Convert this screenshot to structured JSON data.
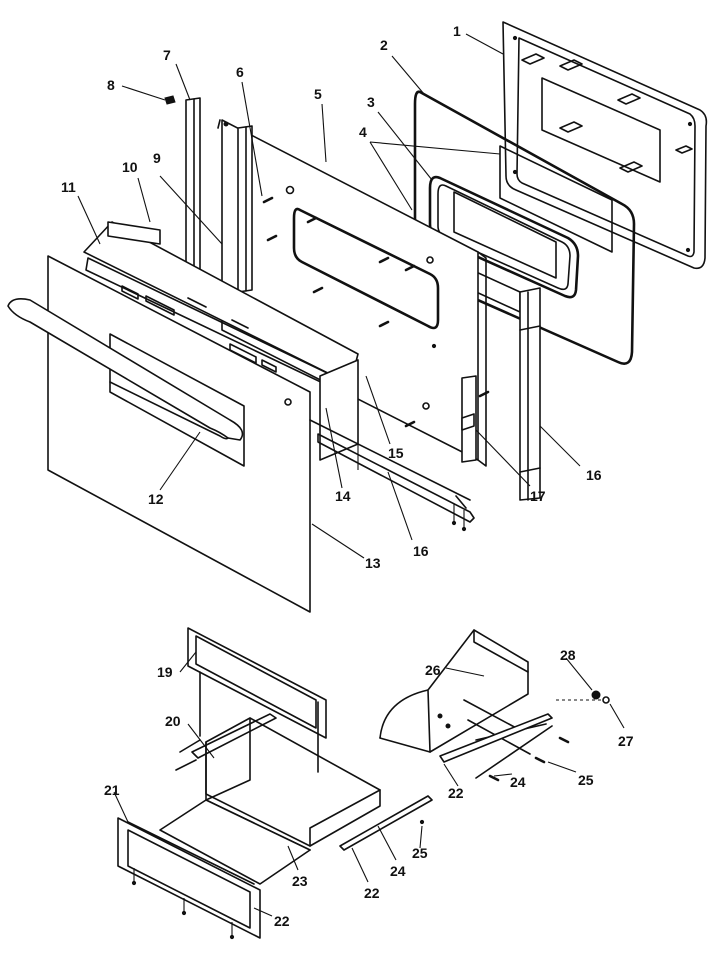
{
  "callouts": [
    {
      "id": "c1",
      "text": "1"
    },
    {
      "id": "c2",
      "text": "2"
    },
    {
      "id": "c3",
      "text": "3"
    },
    {
      "id": "c4",
      "text": "4"
    },
    {
      "id": "c5",
      "text": "5"
    },
    {
      "id": "c6",
      "text": "6"
    },
    {
      "id": "c7",
      "text": "7"
    },
    {
      "id": "c8",
      "text": "8"
    },
    {
      "id": "c9",
      "text": "9"
    },
    {
      "id": "c10",
      "text": "10"
    },
    {
      "id": "c11",
      "text": "11"
    },
    {
      "id": "c12",
      "text": "12"
    },
    {
      "id": "c13",
      "text": "13"
    },
    {
      "id": "c14",
      "text": "14"
    },
    {
      "id": "c15",
      "text": "15"
    },
    {
      "id": "c16a",
      "text": "16"
    },
    {
      "id": "c16b",
      "text": "16"
    },
    {
      "id": "c17",
      "text": "17"
    },
    {
      "id": "c19",
      "text": "19"
    },
    {
      "id": "c20",
      "text": "20"
    },
    {
      "id": "c21",
      "text": "21"
    },
    {
      "id": "c22a",
      "text": "22"
    },
    {
      "id": "c22b",
      "text": "22"
    },
    {
      "id": "c22c",
      "text": "22"
    },
    {
      "id": "c23",
      "text": "23"
    },
    {
      "id": "c24a",
      "text": "24"
    },
    {
      "id": "c24b",
      "text": "24"
    },
    {
      "id": "c25a",
      "text": "25"
    },
    {
      "id": "c25b",
      "text": "25"
    },
    {
      "id": "c26",
      "text": "26"
    },
    {
      "id": "c27",
      "text": "27"
    },
    {
      "id": "c28",
      "text": "28"
    }
  ]
}
